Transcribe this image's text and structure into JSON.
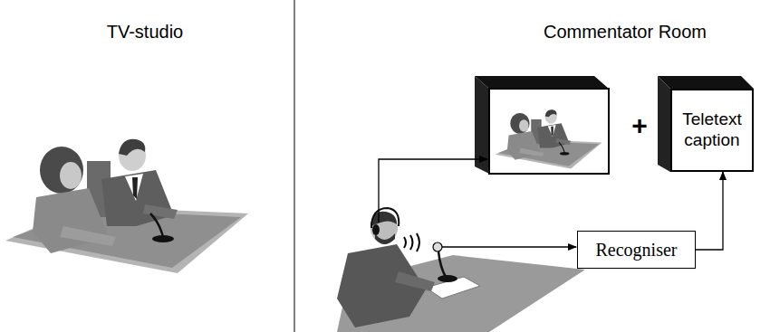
{
  "diagram": {
    "nodes": [
      {
        "text": [
          "Teletext caption"
        ]
      },
      {
        "text": [
          "Recogniser"
        ]
      }
    ],
    "edges": [
      {
        "from": 1,
        "to": 0,
        "arrow": "to"
      }
    ],
    "labels": [
      "TV-studio",
      "Commentator Room",
      "+"
    ]
  }
}
